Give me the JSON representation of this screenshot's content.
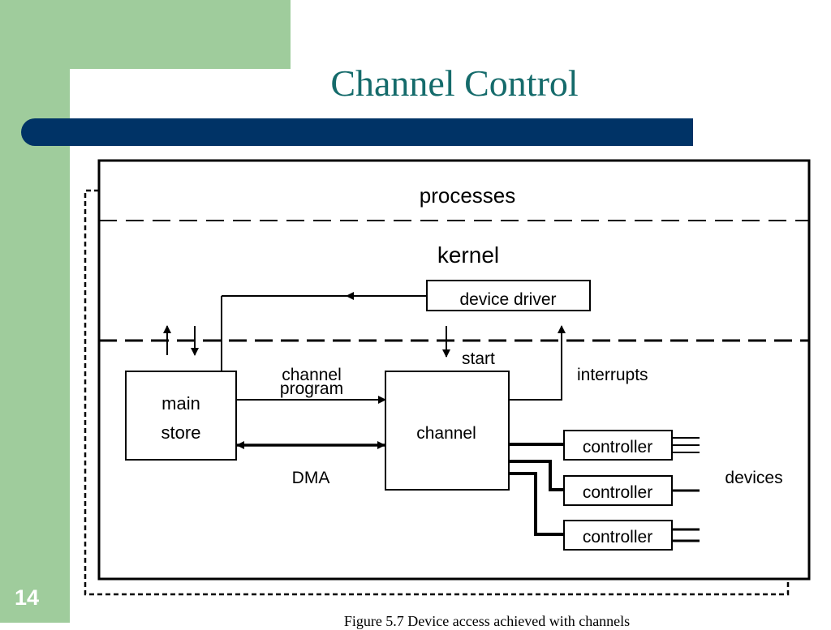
{
  "slide": {
    "title": "Channel Control",
    "page_number": "14",
    "caption": "Figure 5.7 Device access achieved with channels"
  },
  "diagram": {
    "layers": {
      "processes": "processes",
      "kernel": "kernel"
    },
    "boxes": {
      "device_driver": "device driver",
      "main_store_line1": "main",
      "main_store_line2": "store",
      "channel": "channel",
      "controller_1": "controller",
      "controller_2": "controller",
      "controller_3": "controller"
    },
    "labels": {
      "start": "start",
      "interrupts": "interrupts",
      "channel_program_line1": "channel",
      "channel_program_line2": "program",
      "dma": "DMA",
      "devices": "devices"
    }
  },
  "colors": {
    "green": "#9fcc9c",
    "blue": "#003366",
    "title": "#156b6b"
  }
}
